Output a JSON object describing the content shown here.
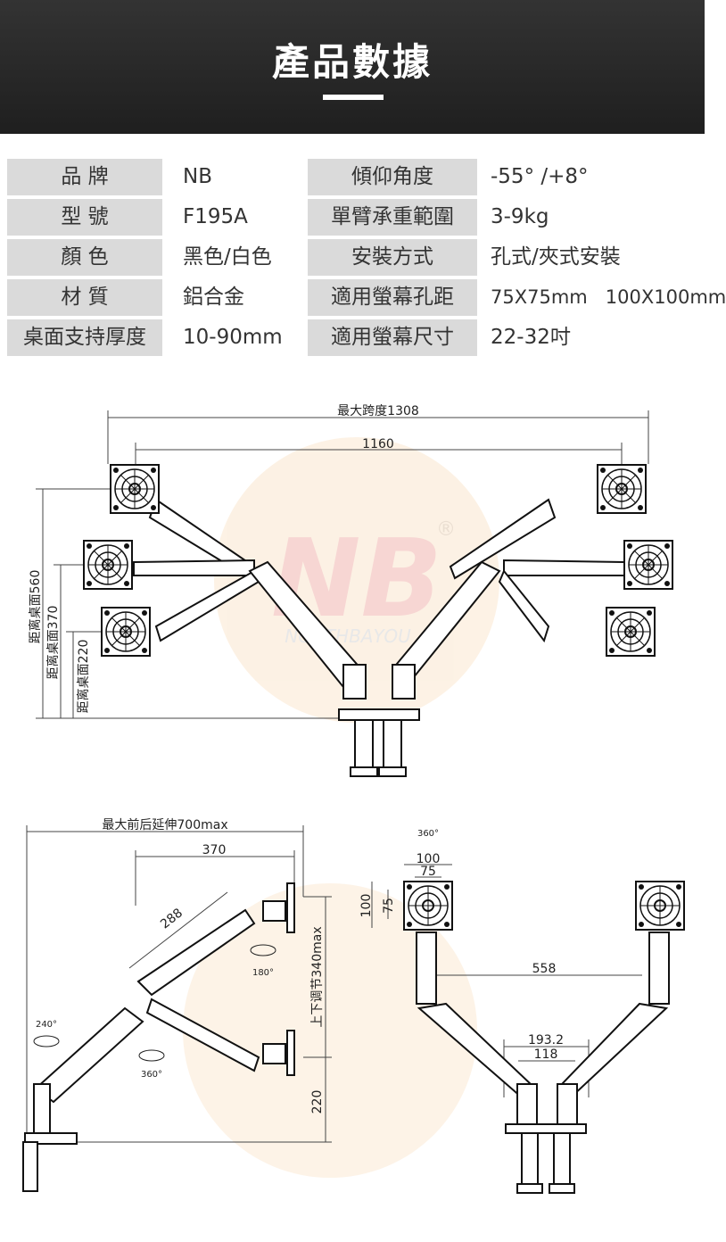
{
  "banner": {
    "title": "產品數據"
  },
  "specs": [
    {
      "label": "品  牌",
      "value": "NB",
      "label2": "傾仰角度",
      "value2": "-55° /+8°"
    },
    {
      "label": "型  號",
      "value": "F195A",
      "label2": "單臂承重範圍",
      "value2": "3-9kg"
    },
    {
      "label": "顏  色",
      "value": "黑色/白色",
      "label2": "安裝方式",
      "value2": "孔式/夾式安裝"
    },
    {
      "label": "材  質",
      "value": "鋁合金",
      "label2": "適用螢幕孔距",
      "value2": "75X75mm   100X100mm"
    },
    {
      "label": "桌面支持厚度",
      "value": "10-90mm",
      "label2": "適用螢幕尺寸",
      "value2": "22-32吋"
    }
  ],
  "diagram_top": {
    "span_max": "最大跨度1308",
    "span_inner": "1160",
    "h560": "距离桌面560",
    "h370": "距离桌面370",
    "h220": "距离桌面220",
    "watermark_text": "NORTHBAYOU",
    "registered": "®"
  },
  "diagram_side": {
    "extend": "最大前后延伸700max",
    "d370": "370",
    "d288": "288",
    "rot180": "180°",
    "rot240": "240°",
    "rot360": "360°",
    "vertical": "上下调节340max",
    "d220": "220"
  },
  "diagram_front": {
    "rot360": "360°",
    "w100": "100",
    "w75": "75",
    "h100": "100",
    "h75": "75",
    "d558": "558",
    "d193": "193.2",
    "d118": "118"
  },
  "colors": {
    "banner": "#262626",
    "label_bg": "#dadada",
    "watermark": "#f6d9b8"
  }
}
